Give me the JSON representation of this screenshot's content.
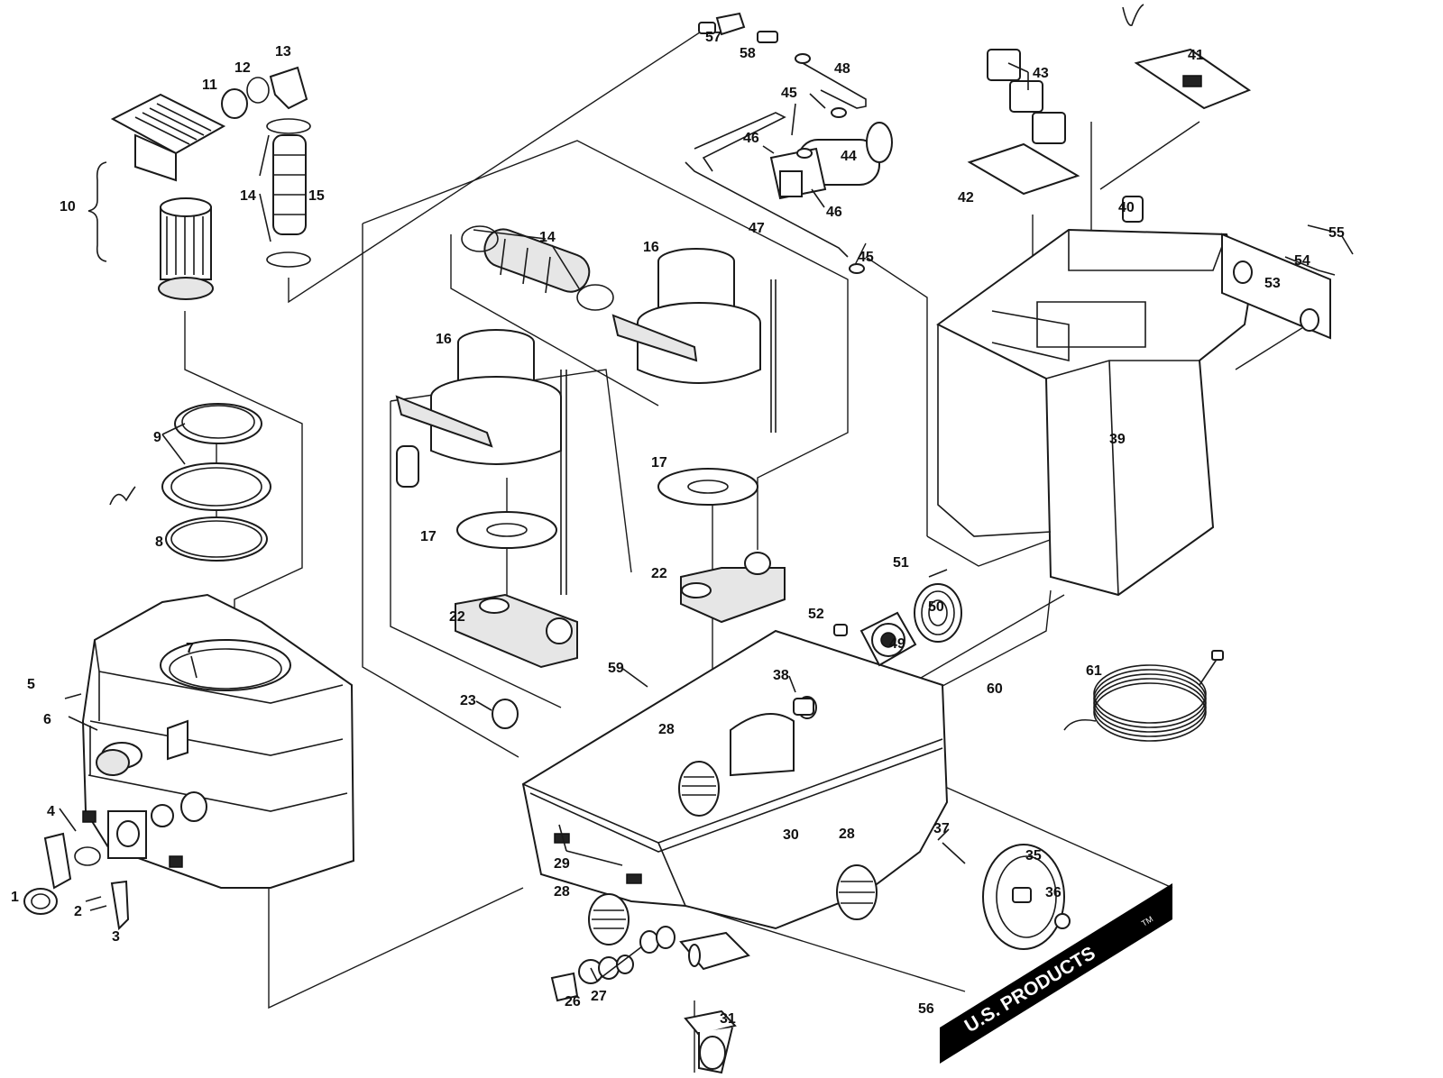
{
  "labels": [
    "1",
    "2",
    "3",
    "4",
    "5",
    "6",
    "7",
    "8",
    "9",
    "10",
    "11",
    "12",
    "13",
    "14",
    "14",
    "15",
    "16",
    "16",
    "17",
    "17",
    "22",
    "22",
    "23",
    "26",
    "27",
    "28",
    "28",
    "28",
    "29",
    "30",
    "31",
    "35",
    "36",
    "37",
    "38",
    "39",
    "40",
    "41",
    "42",
    "43",
    "44",
    "45",
    "45",
    "46",
    "46",
    "47",
    "48",
    "49",
    "50",
    "51",
    "52",
    "53",
    "54",
    "55",
    "56",
    "57",
    "58",
    "59",
    "60",
    "61"
  ],
  "brand": {
    "text": "U.S. PRODUCTS",
    "mark": "TM",
    "color": "#000000",
    "text_color": "#ffffff"
  },
  "colors": {
    "line": "#1a1a1a",
    "background": "#ffffff"
  }
}
